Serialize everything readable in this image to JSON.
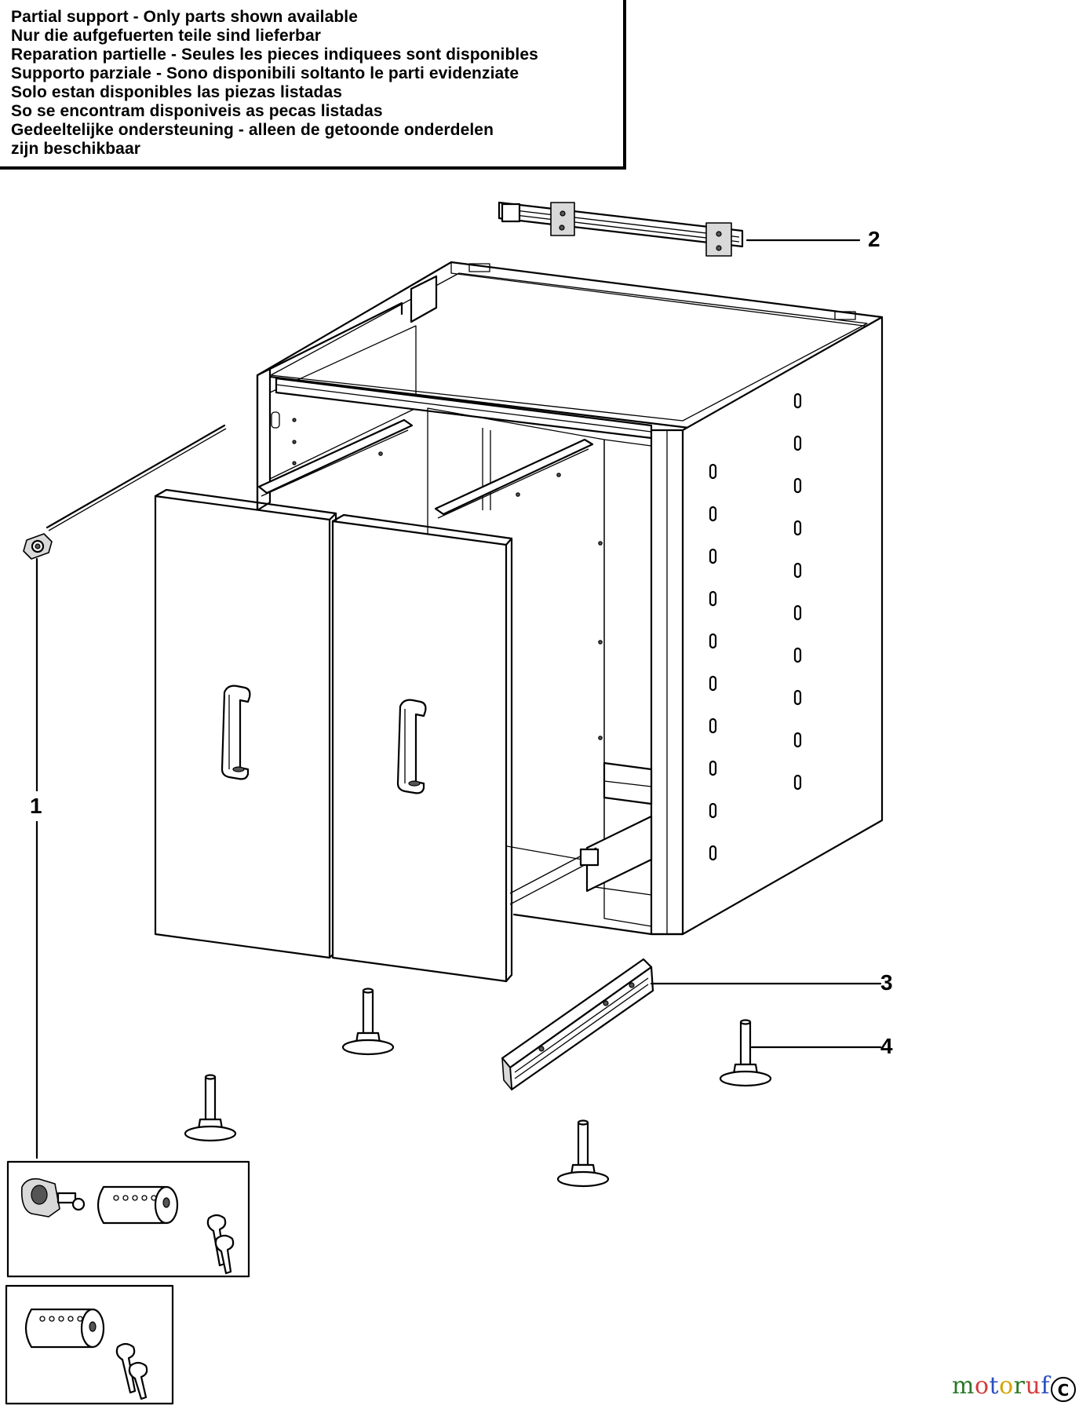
{
  "notice": {
    "lines": [
      "Partial support - Only parts shown available",
      "Nur die aufgefuerten teile sind lieferbar",
      "Reparation partielle - Seules les pieces indiquees sont disponibles",
      "Supporto parziale - Sono disponibili soltanto le parti evidenziate",
      "Solo estan disponibles las piezas listadas",
      "So se encontram disponiveis as pecas listadas",
      "Gedeeltelijke ondersteuning - alleen de getoonde onderdelen",
      "zijn beschikbaar"
    ]
  },
  "callouts": {
    "c1": "1",
    "c2": "2",
    "c3": "3",
    "c4": "4"
  },
  "parts": {
    "p1": "door-lock-with-rod",
    "p2": "door-hinge-bar",
    "p3": "drawer-slide",
    "p4": "leveling-foot"
  },
  "watermark": {
    "text": "motoruf",
    "letters": [
      "m",
      "o",
      "t",
      "o",
      "r",
      "u",
      "f"
    ],
    "colors": [
      "#2a7a2a",
      "#d43c3c",
      "#2b4fbf",
      "#d4a400",
      "#2a7a2a",
      "#d43c3c",
      "#2b4fbf"
    ],
    "badge": "C"
  }
}
